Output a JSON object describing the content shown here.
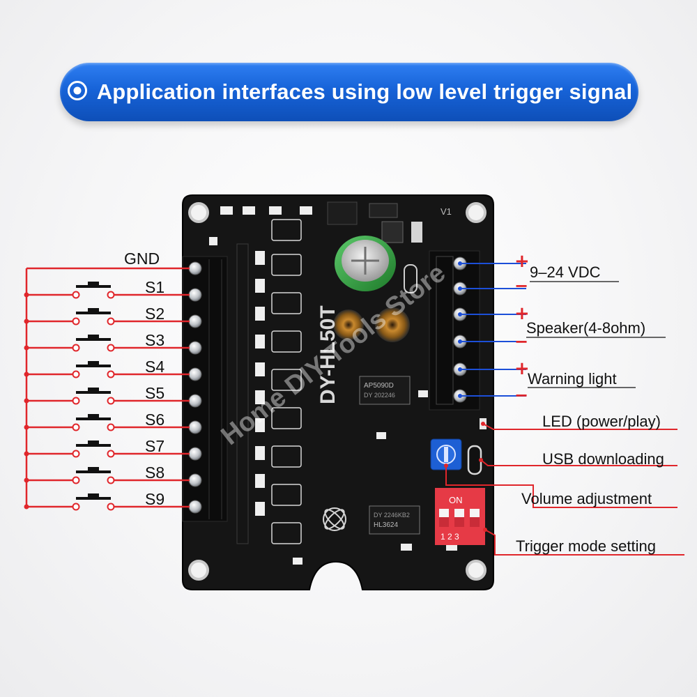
{
  "banner": {
    "icon": "target-icon",
    "title": "Application interfaces using low level trigger signal"
  },
  "left_labels": [
    "GND",
    "S1",
    "S2",
    "S3",
    "S4",
    "S5",
    "S6",
    "S7",
    "S8",
    "S9"
  ],
  "right_labels": {
    "power": "9–24 VDC",
    "speaker": "Speaker(4-8ohm)",
    "warning": "Warning light",
    "led": "LED (power/play)",
    "usb": "USB downloading",
    "volume": "Volume adjustment",
    "trigger": "Trigger mode setting"
  },
  "polarity": {
    "plus": "+",
    "minus": "−"
  },
  "board": {
    "model": "DY-HL50T",
    "chip1_line1": "AP5090D",
    "chip1_line2": "DY 202246",
    "chip2_line1": "DY 2246KB2",
    "chip2_line2": "HL3624",
    "version": "V1",
    "dip_on": "ON",
    "dip_numbers": "1 2 3",
    "watermark": "Home DIY Tools Store"
  },
  "colors": {
    "banner": "#1a63d6",
    "wire_red": "#e0262b",
    "wire_blue": "#1c4fd8",
    "board": "#121212",
    "dip": "#e63a46"
  }
}
